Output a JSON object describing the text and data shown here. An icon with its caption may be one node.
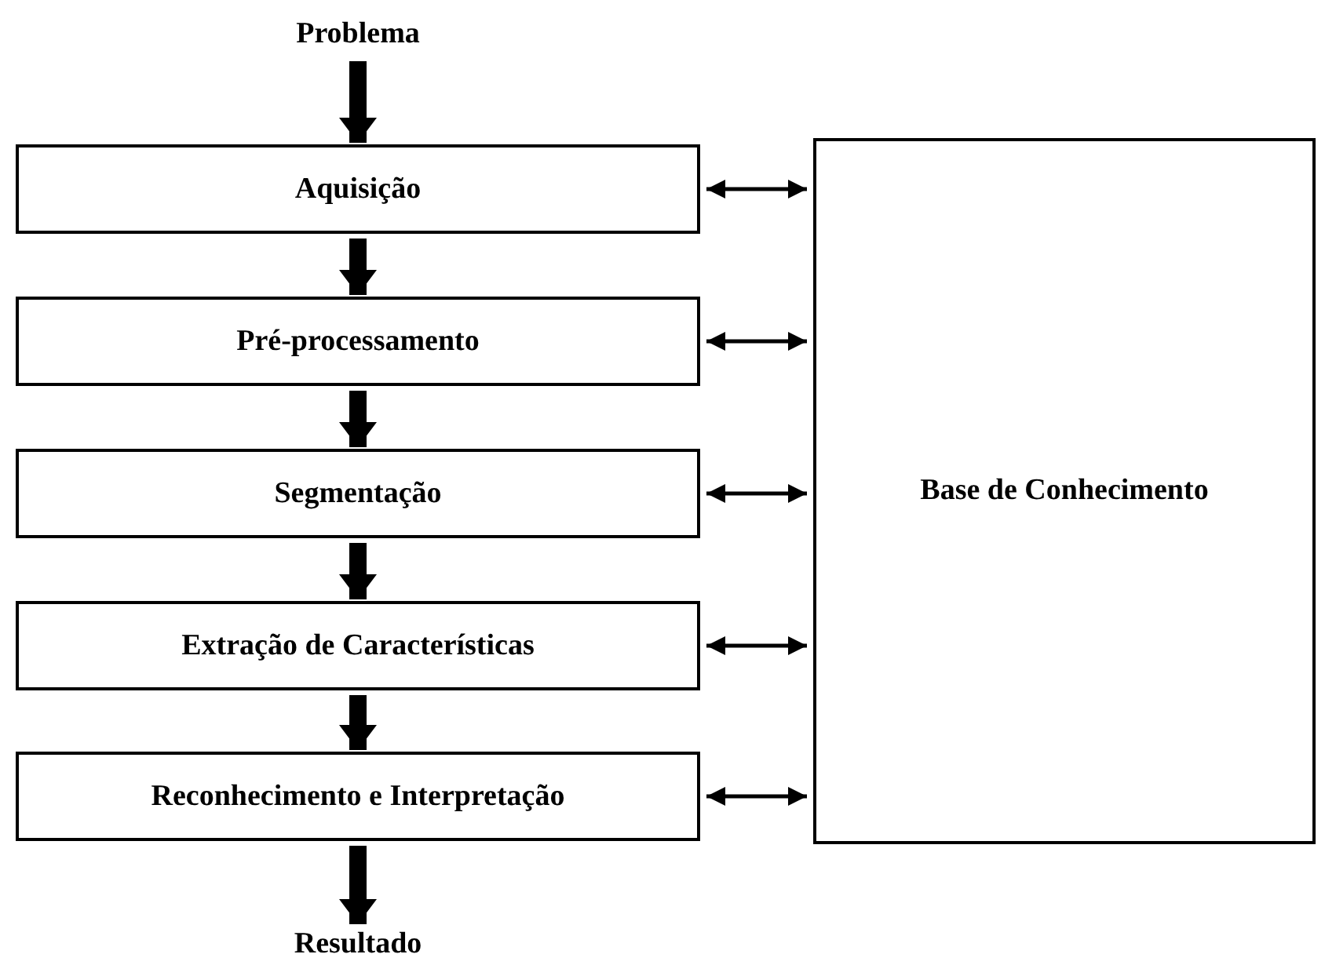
{
  "diagram": {
    "nodes": [
      {
        "text": [
          "Problema"
        ]
      },
      {
        "text": [
          "Aquisição"
        ]
      },
      {
        "text": [
          "Pré-processamento"
        ]
      },
      {
        "text": [
          "Segmentação"
        ]
      },
      {
        "text": [
          "Extração de Características"
        ]
      },
      {
        "text": [
          "Reconhecimento e Interpretação"
        ]
      },
      {
        "text": [
          "Resultado"
        ]
      },
      {
        "text": [
          "Base de Conhecimento"
        ]
      }
    ],
    "edges": [
      {
        "from": 0,
        "to": 1,
        "arrow": "to"
      },
      {
        "from": 1,
        "to": 2,
        "arrow": "to"
      },
      {
        "from": 2,
        "to": 3,
        "arrow": "to"
      },
      {
        "from": 3,
        "to": 4,
        "arrow": "to"
      },
      {
        "from": 4,
        "to": 5,
        "arrow": "to"
      },
      {
        "from": 5,
        "to": 6,
        "arrow": "to"
      },
      {
        "from": 1,
        "to": 7,
        "arrow": "both"
      },
      {
        "from": 2,
        "to": 7,
        "arrow": "both"
      },
      {
        "from": 3,
        "to": 7,
        "arrow": "both"
      },
      {
        "from": 4,
        "to": 7,
        "arrow": "both"
      },
      {
        "from": 5,
        "to": 7,
        "arrow": "both"
      }
    ]
  }
}
